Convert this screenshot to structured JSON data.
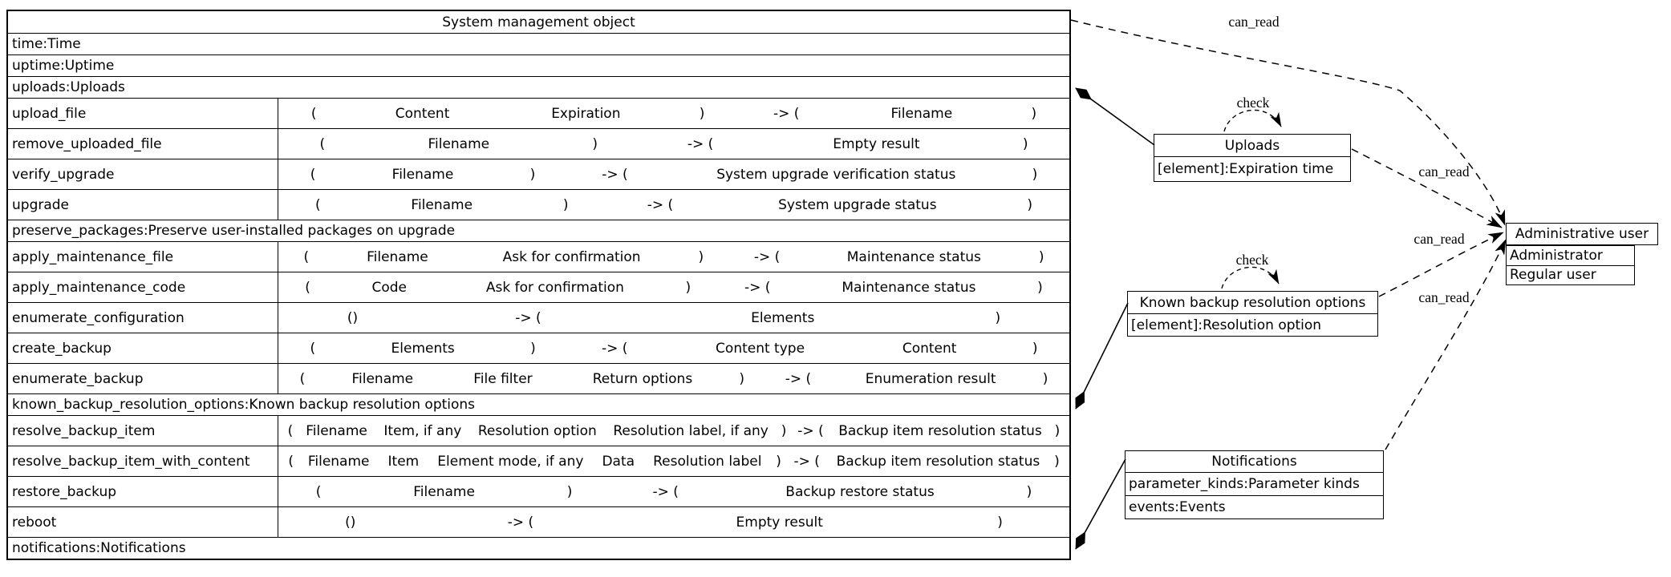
{
  "diagram": {
    "main_class": {
      "title": "System management object",
      "rows": [
        {
          "kind": "attr",
          "text": "time:Time"
        },
        {
          "kind": "attr",
          "text": "uptime:Uptime"
        },
        {
          "kind": "attr",
          "text": "uploads:Uploads"
        },
        {
          "kind": "method",
          "name": "upload_file",
          "params": [
            "Content",
            "Expiration"
          ],
          "results": [
            "Filename"
          ]
        },
        {
          "kind": "method",
          "name": "remove_uploaded_file",
          "params": [
            "Filename"
          ],
          "results": [
            "Empty result"
          ]
        },
        {
          "kind": "method",
          "name": "verify_upgrade",
          "params": [
            "Filename"
          ],
          "results": [
            "System upgrade verification status"
          ]
        },
        {
          "kind": "method",
          "name": "upgrade",
          "params": [
            "Filename"
          ],
          "results": [
            "System upgrade status"
          ]
        },
        {
          "kind": "attr",
          "text": "preserve_packages:Preserve user-installed packages on upgrade"
        },
        {
          "kind": "method",
          "name": "apply_maintenance_file",
          "params": [
            "Filename",
            "Ask for confirmation"
          ],
          "results": [
            "Maintenance status"
          ]
        },
        {
          "kind": "method",
          "name": "apply_maintenance_code",
          "params": [
            "Code",
            "Ask for confirmation"
          ],
          "results": [
            "Maintenance status"
          ]
        },
        {
          "kind": "method",
          "name": "enumerate_configuration",
          "params": [],
          "results": [
            "Elements"
          ]
        },
        {
          "kind": "method",
          "name": "create_backup",
          "params": [
            "Elements"
          ],
          "results": [
            "Content type",
            "Content"
          ]
        },
        {
          "kind": "method",
          "name": "enumerate_backup",
          "params": [
            "Filename",
            "File filter",
            "Return options"
          ],
          "results": [
            "Enumeration result"
          ]
        },
        {
          "kind": "attr",
          "text": "known_backup_resolution_options:Known backup resolution options"
        },
        {
          "kind": "method",
          "name": "resolve_backup_item",
          "params": [
            "Filename",
            "Item, if any",
            "Resolution option",
            "Resolution label, if any"
          ],
          "results": [
            "Backup item resolution status"
          ]
        },
        {
          "kind": "method",
          "name": "resolve_backup_item_with_content",
          "params": [
            "Filename",
            "Item",
            "Element mode, if any",
            "Data",
            "Resolution label"
          ],
          "results": [
            "Backup item resolution status"
          ]
        },
        {
          "kind": "method",
          "name": "restore_backup",
          "params": [
            "Filename"
          ],
          "results": [
            "Backup restore status"
          ]
        },
        {
          "kind": "method",
          "name": "reboot",
          "params": [],
          "results": [
            "Empty result"
          ]
        },
        {
          "kind": "attr",
          "text": "notifications:Notifications"
        }
      ]
    },
    "syntax": {
      "lparen": "(",
      "rparen": ")",
      "arrow": "-> (",
      "empty_parens": "()"
    },
    "side_nodes": [
      {
        "id": "uploads",
        "title": "Uploads",
        "rows": [
          "[element]:Expiration time"
        ]
      },
      {
        "id": "known",
        "title": "Known backup resolution options",
        "rows": [
          "[element]:Resolution option"
        ]
      },
      {
        "id": "notifications",
        "title": "Notifications",
        "rows": [
          "parameter_kinds:Parameter kinds",
          "events:Events"
        ]
      }
    ],
    "actor_node": {
      "title": "Administrative user",
      "rows": [
        "Administrator",
        "Regular user"
      ]
    },
    "edges": [
      {
        "from": "System management object",
        "to": "Administrative user",
        "label": "can_read",
        "style": "dashed-arrow"
      },
      {
        "from": "Uploads",
        "to": "Administrative user",
        "label": "can_read",
        "style": "dashed-arrow"
      },
      {
        "from": "Known backup resolution options",
        "to": "Administrative user",
        "label": "can_read",
        "style": "dashed-arrow"
      },
      {
        "from": "Notifications",
        "to": "Administrative user",
        "label": "can_read",
        "style": "dashed-arrow"
      },
      {
        "from": "Uploads",
        "to": "Uploads",
        "label": "check",
        "style": "dashed-self-arrow"
      },
      {
        "from": "Known backup resolution options",
        "to": "Known backup resolution options",
        "label": "check",
        "style": "dashed-self-arrow"
      },
      {
        "from": "System management object (uploads)",
        "to": "Uploads",
        "label": "",
        "style": "solid-diamond"
      },
      {
        "from": "System management object (known_backup_resolution_options)",
        "to": "Known backup resolution options",
        "label": "",
        "style": "solid-diamond"
      },
      {
        "from": "System management object (notifications)",
        "to": "Notifications",
        "label": "",
        "style": "solid-diamond"
      }
    ],
    "colors": {
      "ink": "#000000",
      "paper": "#ffffff"
    }
  }
}
